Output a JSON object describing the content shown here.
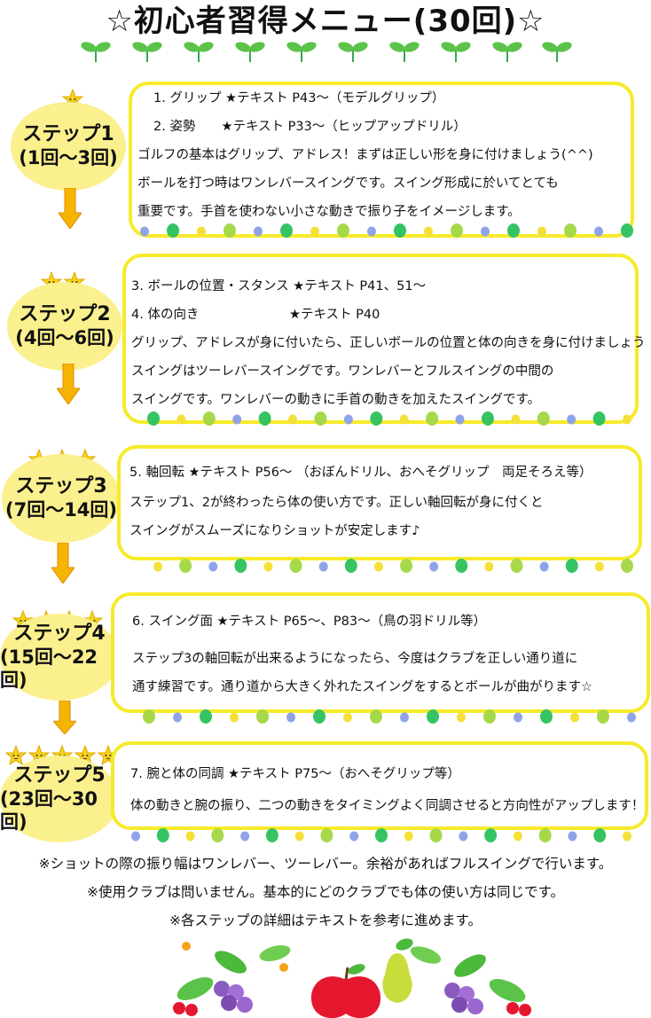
{
  "title": "☆初心者習得メニュー(30回)☆",
  "steps": [
    {
      "name": "ステップ1",
      "range": "(1回〜3回)",
      "stars": 1,
      "lines": [
        "1. グリップ ★テキスト P43〜（モデルグリップ）",
        "2. 姿勢　　★テキスト P33〜（ヒップアップドリル）",
        "ゴルフの基本はグリップ、アドレス！まずは正しい形を身に付けましょう(^^)",
        "ボールを打つ時はワンレバースイングです。スイング形成に於いてとても",
        "重要です。手首を使わない小さな動きで振り子をイメージします。"
      ]
    },
    {
      "name": "ステップ2",
      "range": "(4回〜6回)",
      "stars": 2,
      "lines": [
        "3. ボールの位置・スタンス ★テキスト P41、51〜",
        "4. 体の向き　　　　　　　★テキスト P40",
        "グリップ、アドレスが身に付いたら、正しいボールの位置と体の向きを身に付けましょう",
        "スイングはツーレバースイングです。ワンレバーとフルスイングの中間の",
        "スイングです。ワンレバーの動きに手首の動きを加えたスイングです。"
      ]
    },
    {
      "name": "ステップ3",
      "range": "(7回〜14回)",
      "stars": 3,
      "lines": [
        "5. 軸回転 ★テキスト P56〜 （おぼんドリル、おへそグリップ　両足そろえ等）",
        "ステップ1、2が終わったら体の使い方です。正しい軸回転が身に付くと",
        "スイングがスムーズになりショットが安定します♪"
      ]
    },
    {
      "name": "ステップ4",
      "range": "(15回〜22回)",
      "stars": 4,
      "lines": [
        "6. スイング面 ★テキスト P65〜、P83〜（鳥の羽ドリル等）",
        "ステップ3の軸回転が出来るようになったら、今度はクラブを正しい通り道に",
        "通す練習です。通り道から大きく外れたスイングをするとボールが曲がります☆"
      ]
    },
    {
      "name": "ステップ5",
      "range": "(23回〜30回)",
      "stars": 5,
      "lines": [
        "7. 腕と体の同調 ★テキスト P75〜（おへそグリップ等）",
        "体の動きと腕の振り、二つの動きをタイミングよく同調させると方向性がアップします！"
      ]
    }
  ],
  "notes": [
    "※ショットの際の振り幅はワンレバー、ツーレバー。余裕があればフルスイングで行います。",
    "※使用クラブは問いません。基本的にどのクラブでも体の使い方は同じです。",
    "※各ステップの詳細はテキストを参考に進めます。"
  ],
  "colors": {
    "box_border": "#f7ea2a",
    "circle": "#fbf08e",
    "arrow": "#f4b400",
    "dot_green": "#36c463",
    "dot_blue": "#8fa3e8",
    "dot_yellow": "#f5e03a",
    "dot_lime": "#a6d84a"
  },
  "icons": {
    "star": "smiling-star-icon",
    "arrow": "down-arrow-icon",
    "sprout": "sprout-icon",
    "fruit": "fruit-basket-illustration"
  }
}
